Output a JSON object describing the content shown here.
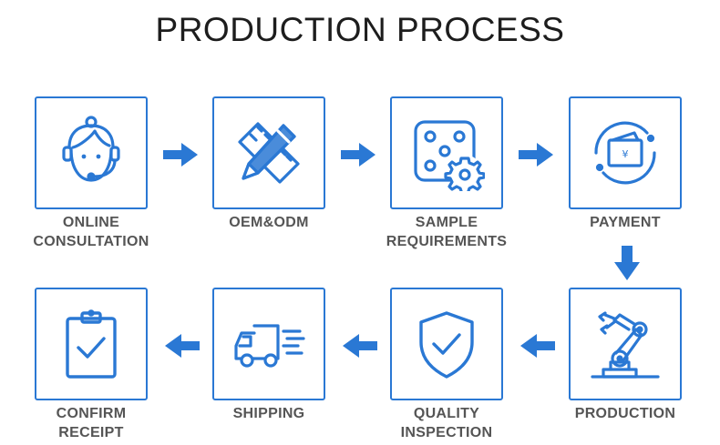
{
  "title": "PRODUCTION PROCESS",
  "accent_color": "#2a78d4",
  "steps": [
    {
      "icon": "headset-agent-icon",
      "label_line1": "ONLINE",
      "label_line2": "CONSULTATION"
    },
    {
      "icon": "pencil-ruler-icon",
      "label_line1": "OEM&ODM",
      "label_line2": ""
    },
    {
      "icon": "dice-gear-icon",
      "label_line1": "SAMPLE",
      "label_line2": "REQUIREMENTS"
    },
    {
      "icon": "wallet-payment-icon",
      "label_line1": "PAYMENT",
      "label_line2": ""
    },
    {
      "icon": "robot-arm-icon",
      "label_line1": "PRODUCTION",
      "label_line2": ""
    },
    {
      "icon": "shield-check-icon",
      "label_line1": "QUALITY",
      "label_line2": "INSPECTION"
    },
    {
      "icon": "delivery-truck-icon",
      "label_line1": "SHIPPING",
      "label_line2": ""
    },
    {
      "icon": "clipboard-check-icon",
      "label_line1": "CONFIRM",
      "label_line2": "RECEIPT"
    }
  ],
  "payment_icon_symbol": "¥"
}
